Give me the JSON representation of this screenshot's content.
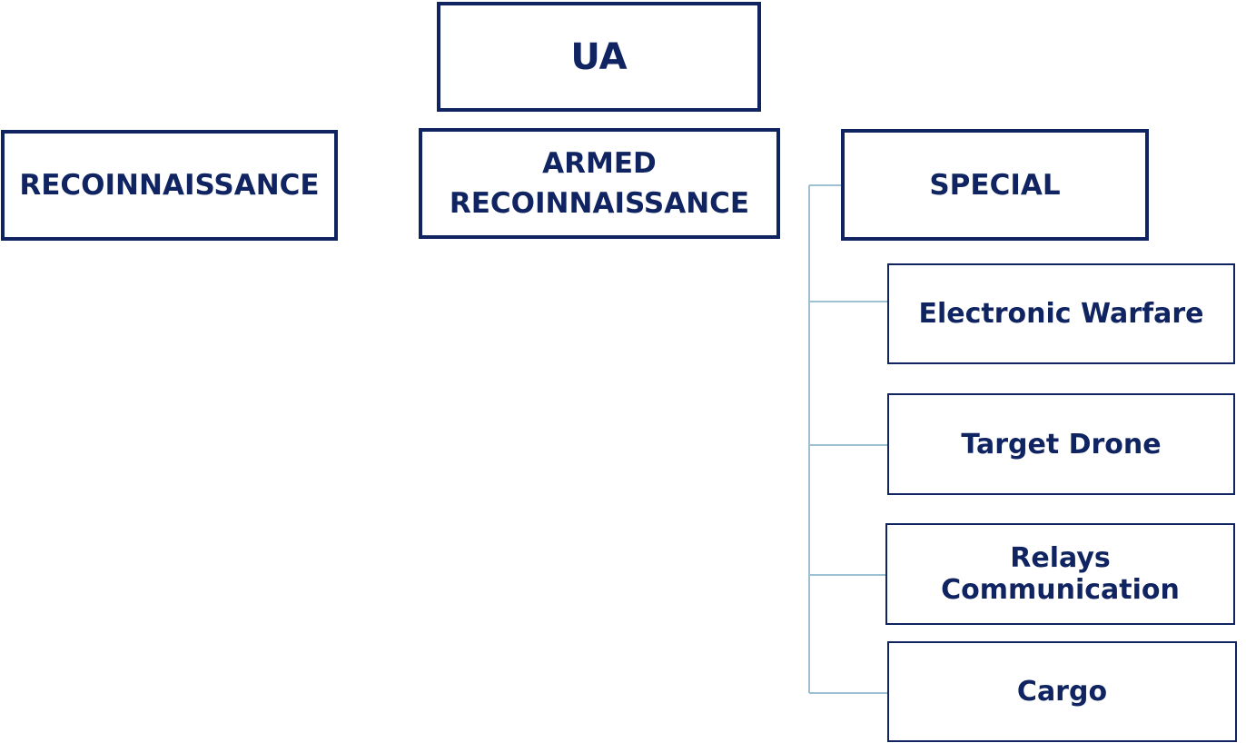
{
  "diagram": {
    "root": {
      "label": "UA"
    },
    "categories": [
      {
        "label": "RECOINNAISSANCE"
      },
      {
        "label_line1": "ARMED",
        "label_line2": "RECOINNAISSANCE"
      },
      {
        "label": "SPECIAL",
        "children": [
          {
            "label": "Electronic Warfare"
          },
          {
            "label": "Target Drone"
          },
          {
            "label": "Relays Communication"
          },
          {
            "label": "Cargo"
          }
        ]
      }
    ]
  },
  "colors": {
    "box_border": "#0f2461",
    "text": "#0f2461",
    "connector": "#9fbfd3",
    "background": "#ffffff"
  }
}
